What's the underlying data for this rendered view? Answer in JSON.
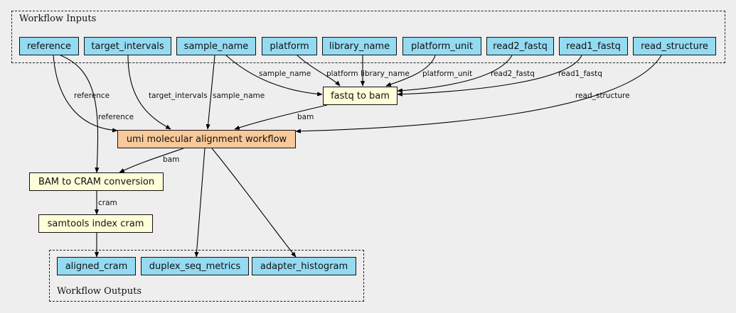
{
  "clusters": {
    "inputs_label": "Workflow Inputs",
    "outputs_label": "Workflow Outputs"
  },
  "inputs": {
    "reference": "reference",
    "target_intervals": "target_intervals",
    "sample_name": "sample_name",
    "platform": "platform",
    "library_name": "library_name",
    "platform_unit": "platform_unit",
    "read2_fastq": "read2_fastq",
    "read1_fastq": "read1_fastq",
    "read_structure": "read_structure"
  },
  "steps": {
    "fastq_to_bam": "fastq to bam",
    "umi_workflow": "umi molecular alignment workflow",
    "bam_to_cram": "BAM to CRAM conversion",
    "samtools_index": "samtools index cram"
  },
  "outputs": {
    "aligned_cram": "aligned_cram",
    "duplex_seq_metrics": "duplex_seq_metrics",
    "adapter_histogram": "adapter_histogram"
  },
  "edge_labels": {
    "sample_name_to_fastq": "sample_name",
    "platform_to_fastq": "platform",
    "library_name_to_fastq": "library_name",
    "platform_unit_to_fastq": "platform_unit",
    "read2_to_fastq": "read2_fastq",
    "read1_to_fastq": "read1_fastq",
    "reference_to_umi": "reference",
    "reference_to_cram": "reference",
    "target_intervals_to_umi": "target_intervals",
    "sample_name_to_umi": "sample_name",
    "read_structure_to_umi": "read_structure",
    "fastq_bam_to_umi": "bam",
    "umi_bam_to_cram": "bam",
    "cram_to_index": "cram"
  },
  "colors": {
    "io_fill": "#94dbf2",
    "step_fill": "#fefed9",
    "workflow_fill": "#f8c99a",
    "background": "#eeeeee"
  }
}
